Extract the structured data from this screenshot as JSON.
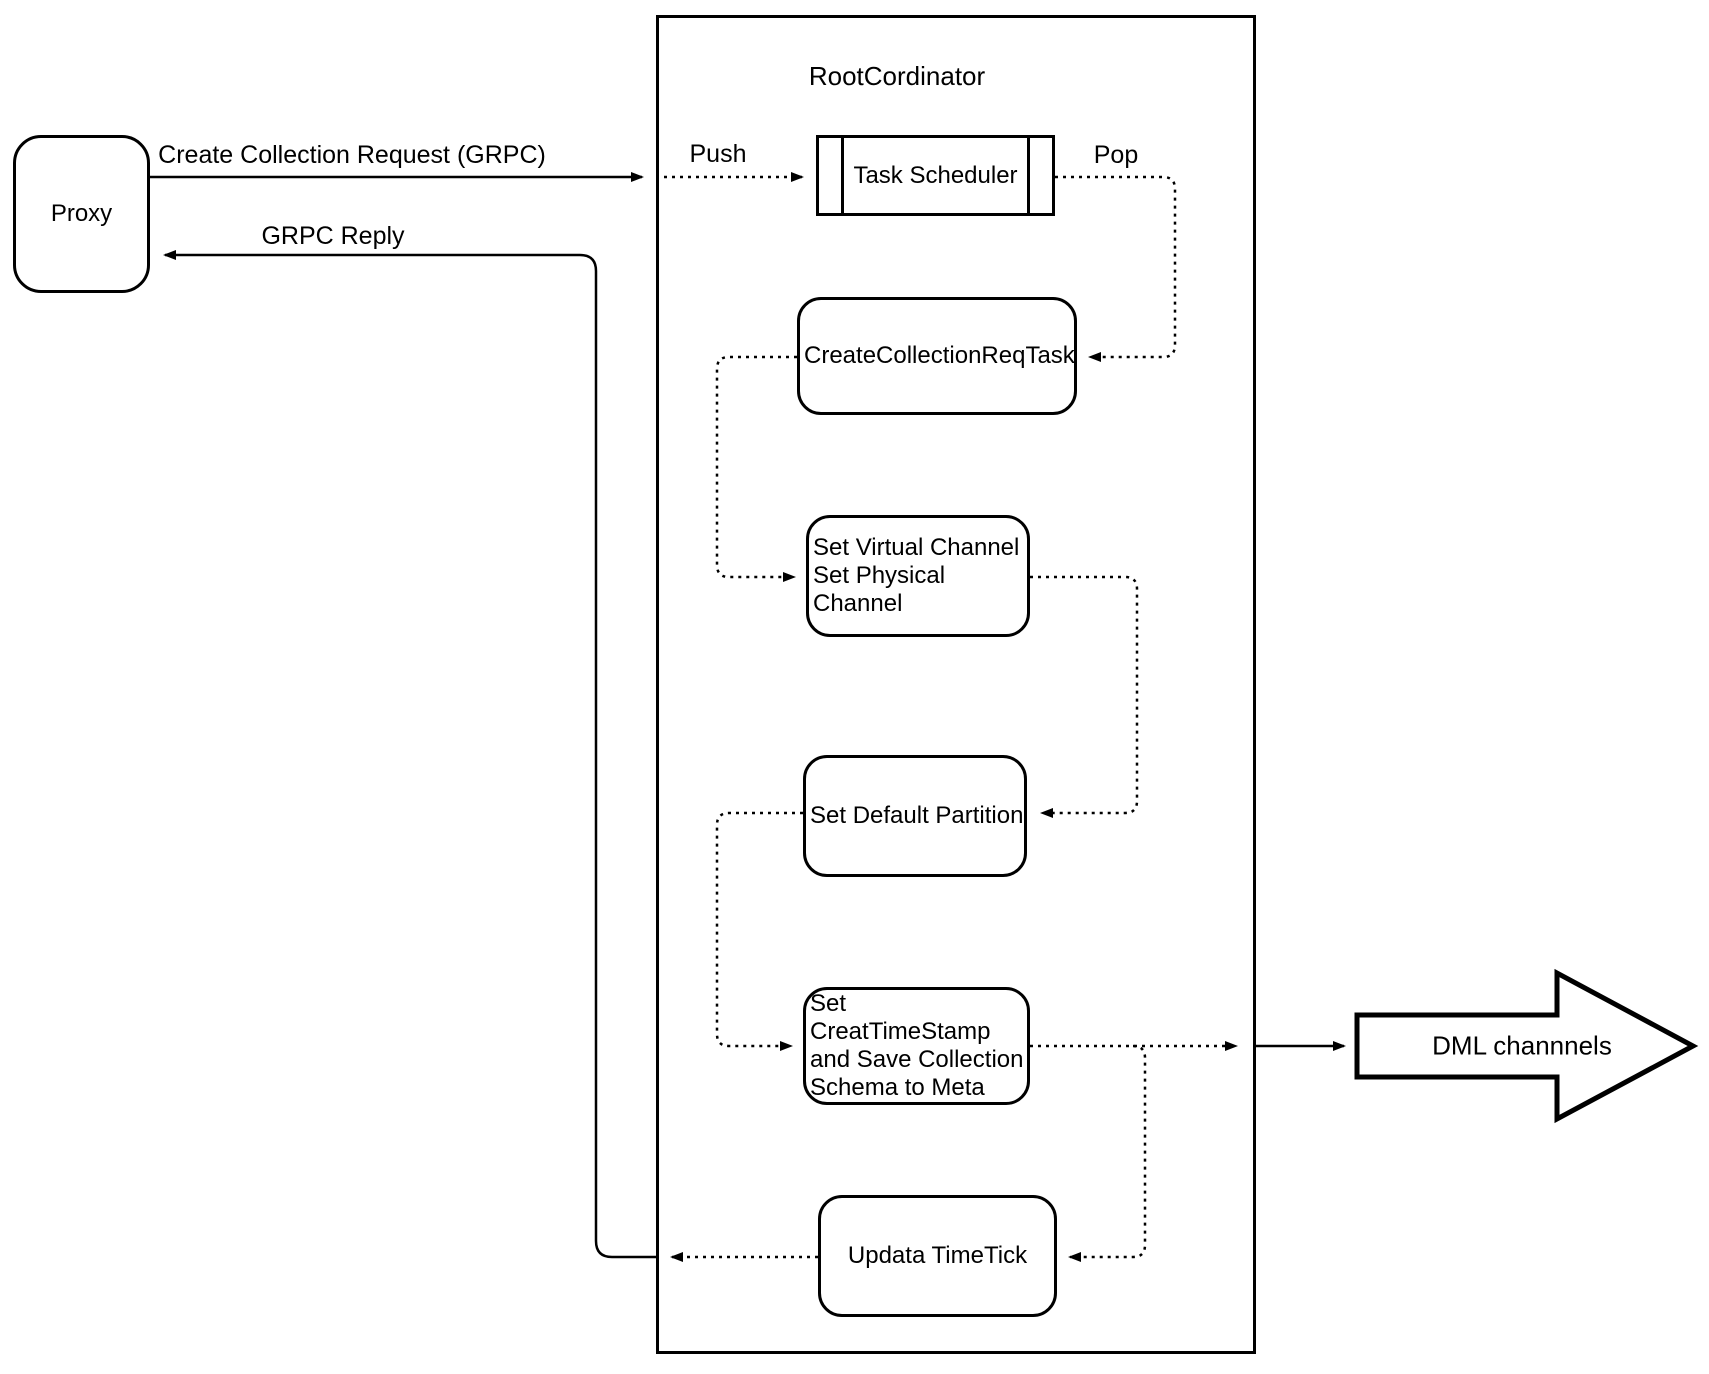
{
  "diagram": {
    "container_title": "RootCordinator",
    "nodes": {
      "proxy": "Proxy",
      "task_scheduler": "Task Scheduler",
      "create_collection_req_task": "CreateCollectionReqTask",
      "set_channels": "Set Virtual Channel\nSet Physical Channel",
      "set_default_partition": "Set Default Partition",
      "set_creat_timestamp": "Set CreatTimeStamp\nand Save Collection\nSchema to Meta",
      "updata_timetick": "Updata TimeTick",
      "dml_channels": "DML channnels"
    },
    "edge_labels": {
      "create_collection_request": "Create Collection Request (GRPC)",
      "grpc_reply": "GRPC Reply",
      "push": "Push",
      "pop": "Pop"
    },
    "colors": {
      "stroke": "#000000",
      "background": "#ffffff"
    }
  }
}
